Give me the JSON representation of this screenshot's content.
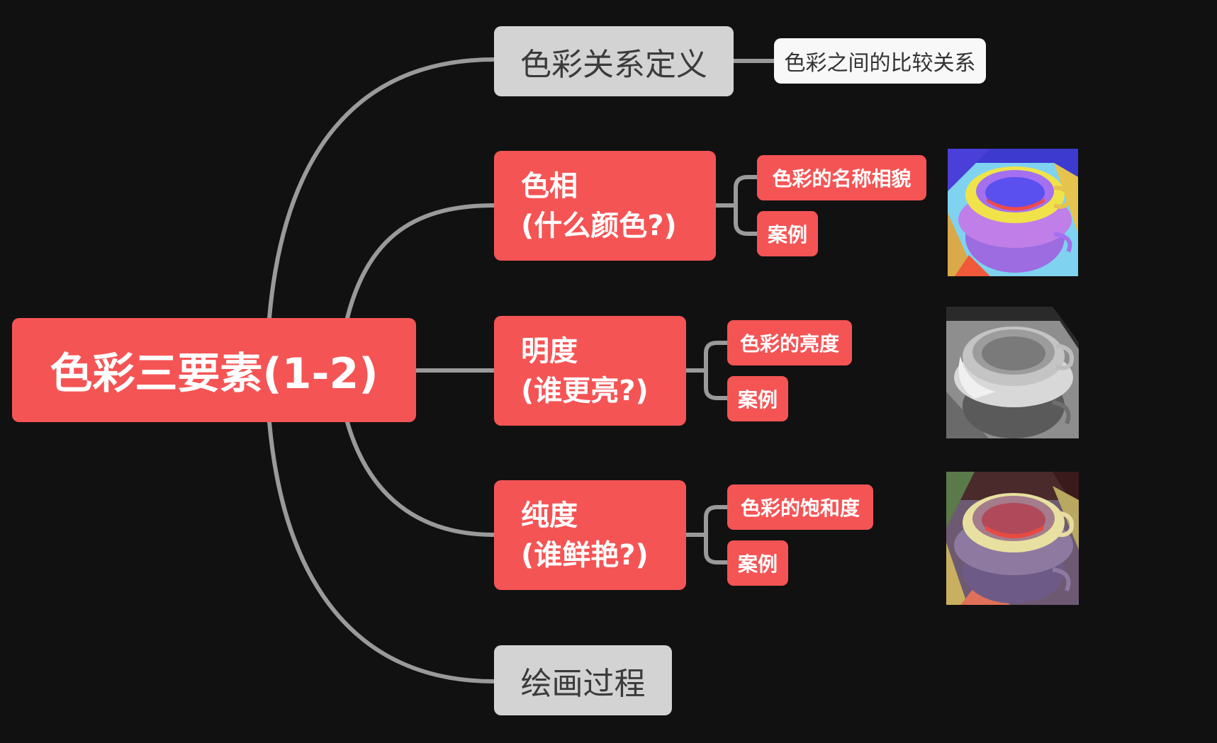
{
  "root": {
    "label": "色彩三要素(1-2)"
  },
  "branches": {
    "definition": {
      "label": "色彩关系定义",
      "child": "色彩之间的比较关系"
    },
    "hue": {
      "line1": "色相",
      "line2": "(什么颜色?)",
      "child1": "色彩的名称相貌",
      "child2": "案例"
    },
    "value": {
      "line1": "明度",
      "line2": "(谁更亮?)",
      "child1": "色彩的亮度",
      "child2": "案例"
    },
    "chroma": {
      "line1": "纯度",
      "line2": "(谁鲜艳?)",
      "child1": "色彩的饱和度",
      "child2": "案例"
    },
    "process": {
      "label": "绘画过程"
    }
  },
  "colors": {
    "background": "#111111",
    "accent": "#f55455",
    "grey_node": "#d3d3d3",
    "connector": "#9a9a9a"
  }
}
